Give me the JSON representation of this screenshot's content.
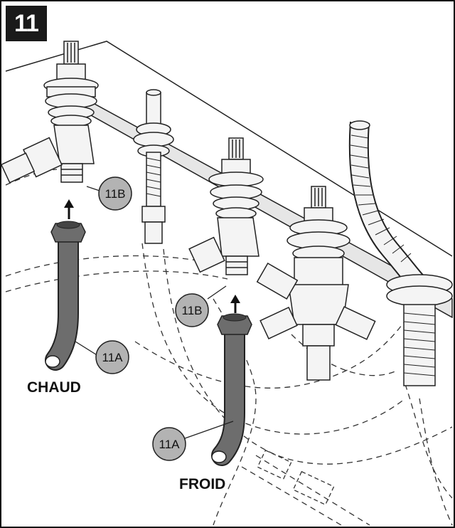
{
  "step": {
    "number": "11"
  },
  "labels": {
    "hot": "CHAUD",
    "cold": "FROID"
  },
  "callouts": {
    "hose": "11A",
    "port": "11B"
  },
  "colors": {
    "hose_fill": "#6d6d6d",
    "callout_fill": "#b3b3b3",
    "line": "#222222",
    "badge_bg": "#1a1a1a"
  }
}
